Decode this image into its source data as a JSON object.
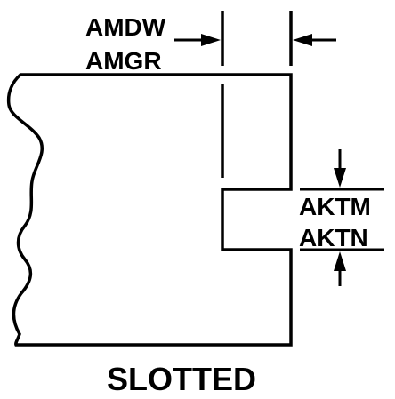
{
  "labels": {
    "width_dim_top": "AMDW",
    "width_dim_bottom": "AMGR",
    "slot_dim_top": "AKTM",
    "slot_dim_bottom": "AKTN",
    "caption": "SLOTTED"
  },
  "colors": {
    "line": "#000000",
    "background": "#ffffff"
  }
}
